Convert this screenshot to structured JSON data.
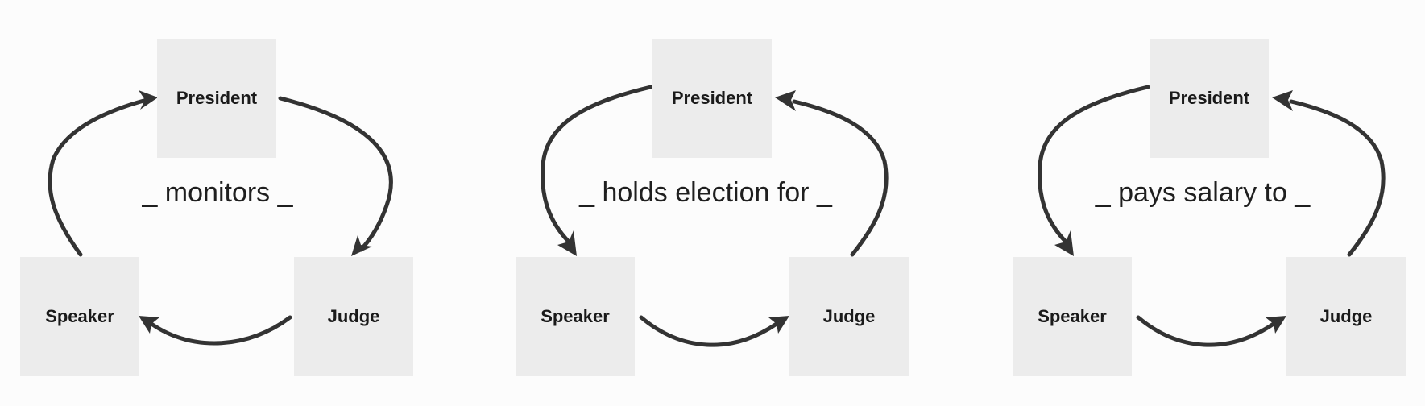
{
  "colors": {
    "node_fill": "#ececec",
    "edge": "#333333",
    "text": "#1a1a1a",
    "background": "#fcfcfc"
  },
  "diagrams": [
    {
      "relation": "_ monitors _",
      "nodes": {
        "top": "President",
        "left": "Speaker",
        "right": "Judge"
      },
      "edges": [
        {
          "from": "President",
          "to": "Judge"
        },
        {
          "from": "Judge",
          "to": "Speaker"
        },
        {
          "from": "Speaker",
          "to": "President"
        }
      ]
    },
    {
      "relation": "_ holds election for _",
      "nodes": {
        "top": "President",
        "left": "Speaker",
        "right": "Judge"
      },
      "edges": [
        {
          "from": "President",
          "to": "Speaker"
        },
        {
          "from": "Speaker",
          "to": "Judge"
        },
        {
          "from": "Judge",
          "to": "President"
        }
      ]
    },
    {
      "relation": "_ pays salary to _",
      "nodes": {
        "top": "President",
        "left": "Speaker",
        "right": "Judge"
      },
      "edges": [
        {
          "from": "President",
          "to": "Speaker"
        },
        {
          "from": "Speaker",
          "to": "Judge"
        },
        {
          "from": "Judge",
          "to": "President"
        }
      ]
    }
  ]
}
